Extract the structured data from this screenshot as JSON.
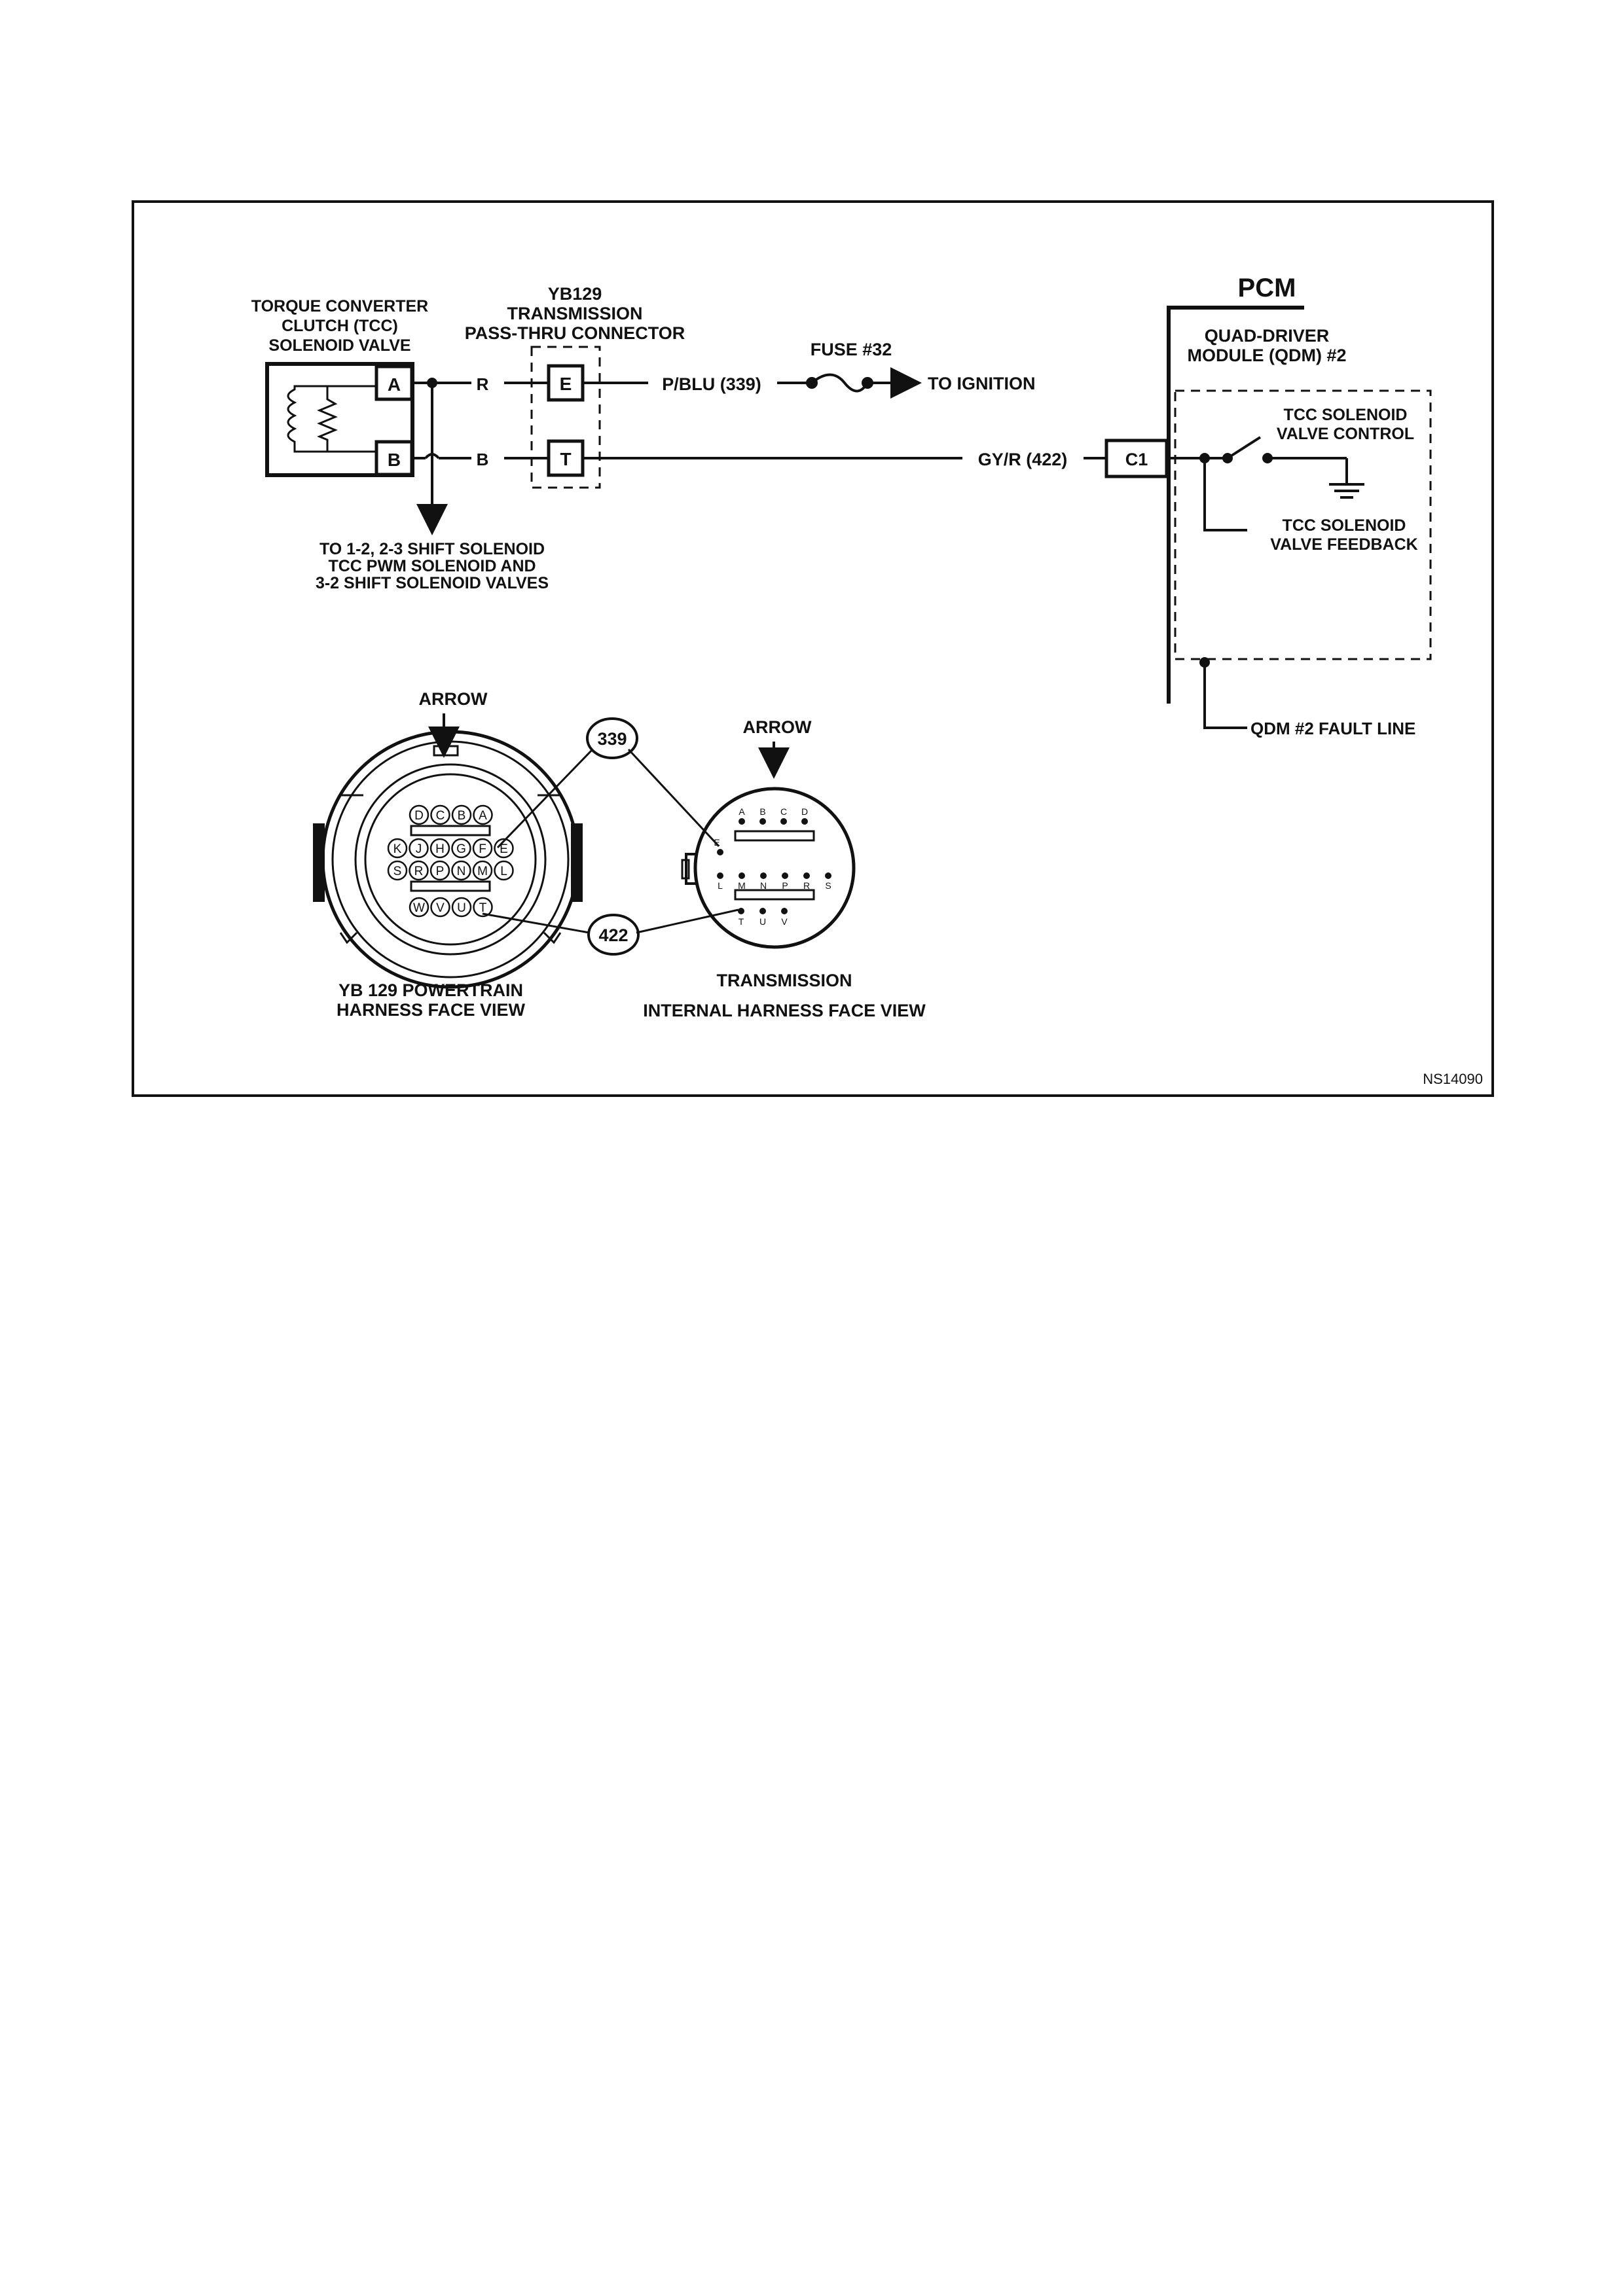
{
  "figure_id": "NS14090",
  "tcc_valve": {
    "line1": "TORQUE CONVERTER",
    "line2": "CLUTCH (TCC)",
    "line3": "SOLENOID VALVE",
    "pin_a": "A",
    "pin_b": "B"
  },
  "pass_thru": {
    "line1": "YB129",
    "line2": "TRANSMISSION",
    "line3": "PASS-THRU CONNECTOR",
    "pin_e": "E",
    "pin_t": "T"
  },
  "wires": {
    "r": "R",
    "b": "B",
    "pblu": "P/BLU (339)",
    "gyr": "GY/R (422)"
  },
  "fuse": {
    "label": "FUSE #32",
    "to_ignition": "TO IGNITION"
  },
  "other_solenoids": {
    "line1": "TO 1-2, 2-3 SHIFT SOLENOID",
    "line2": "TCC PWM SOLENOID AND",
    "line3": "3-2 SHIFT SOLENOID VALVES"
  },
  "pcm": {
    "title": "PCM",
    "qdm_line1": "QUAD-DRIVER",
    "qdm_line2": "MODULE (QDM) #2",
    "c1": "C1",
    "control_line1": "TCC SOLENOID",
    "control_line2": "VALVE CONTROL",
    "feedback_line1": "TCC SOLENOID",
    "feedback_line2": "VALVE FEEDBACK",
    "fault_line": "QDM #2 FAULT LINE"
  },
  "yb129_face": {
    "arrow": "ARROW",
    "caption1": "YB 129 POWERTRAIN",
    "caption2": "HARNESS FACE VIEW",
    "row1": [
      "D",
      "C",
      "B",
      "A"
    ],
    "row2": [
      "K",
      "J",
      "H",
      "G",
      "F",
      "E"
    ],
    "row3": [
      "S",
      "R",
      "P",
      "N",
      "M",
      "L"
    ],
    "row4": [
      "W",
      "V",
      "U",
      "T"
    ]
  },
  "internal_face": {
    "arrow": "ARROW",
    "caption1": "TRANSMISSION",
    "caption2": "INTERNAL HARNESS FACE VIEW",
    "row1": [
      "A",
      "B",
      "C",
      "D"
    ],
    "pin_e": "E",
    "row2": [
      "L",
      "M",
      "N",
      "P",
      "R",
      "S"
    ],
    "row3": [
      "T",
      "U",
      "V"
    ]
  },
  "callouts": {
    "c339": "339",
    "c422": "422"
  }
}
